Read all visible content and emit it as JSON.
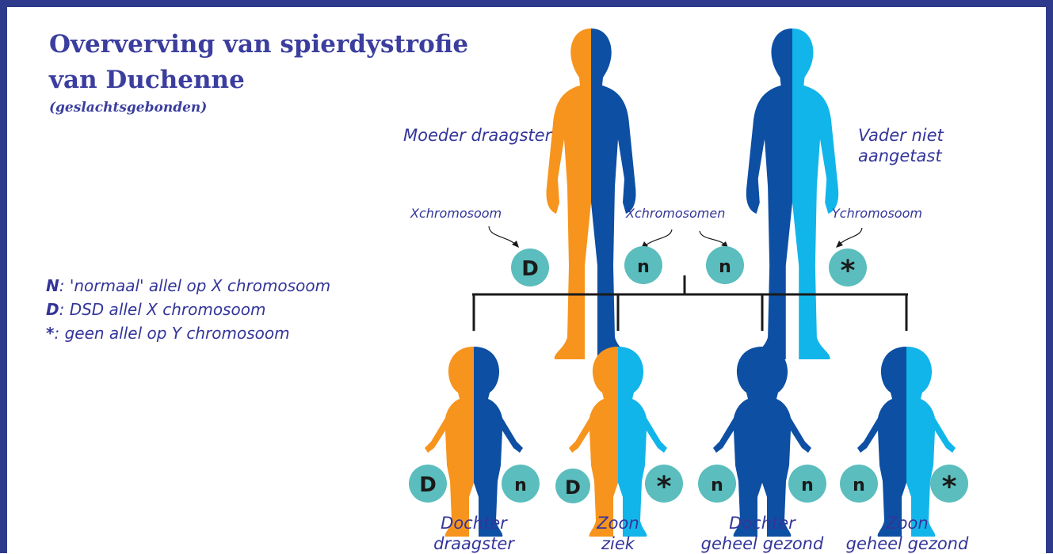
{
  "title_line1": "Oververving van spierdystrofie",
  "title_line2": "van Duchenne",
  "subtitle": "(geslachtsgebonden)",
  "parents": {
    "mother_line1": "Moeder draagster",
    "father_line1": "Vader niet",
    "father_line2": "aangetast"
  },
  "chromosome_labels": {
    "x_single": "Xchromosoom",
    "x_plural": "Xchromosomen",
    "y_single": "Ychromosoom"
  },
  "parent_alleles": [
    "D",
    "n",
    "n",
    "*"
  ],
  "legend": [
    {
      "key": "N",
      "text": ": 'normaal' allel op X chromosoom"
    },
    {
      "key": "D",
      "text": ": DSD allel X chromosoom"
    },
    {
      "key": "*",
      "text": ": geen allel op Y chromosoom"
    }
  ],
  "children": [
    {
      "line1": "Dochter",
      "line2": "draagster",
      "alleles": [
        "D",
        "n"
      ]
    },
    {
      "line1": "Zoon",
      "line2": "ziek",
      "alleles": [
        "D",
        "*"
      ]
    },
    {
      "line1": "Dochter",
      "line2": "geheel gezond",
      "alleles": [
        "n",
        "n"
      ]
    },
    {
      "line1": "Zoon",
      "line2": "geheel gezond",
      "alleles": [
        "n",
        "*"
      ]
    }
  ],
  "colors": {
    "frame": "#2e3a8c",
    "text": "#33359a",
    "affected_orange": "#f7941d",
    "dark_blue": "#0d4fa3",
    "light_blue": "#12b5ea",
    "allele_circle": "#5bbdbd"
  }
}
